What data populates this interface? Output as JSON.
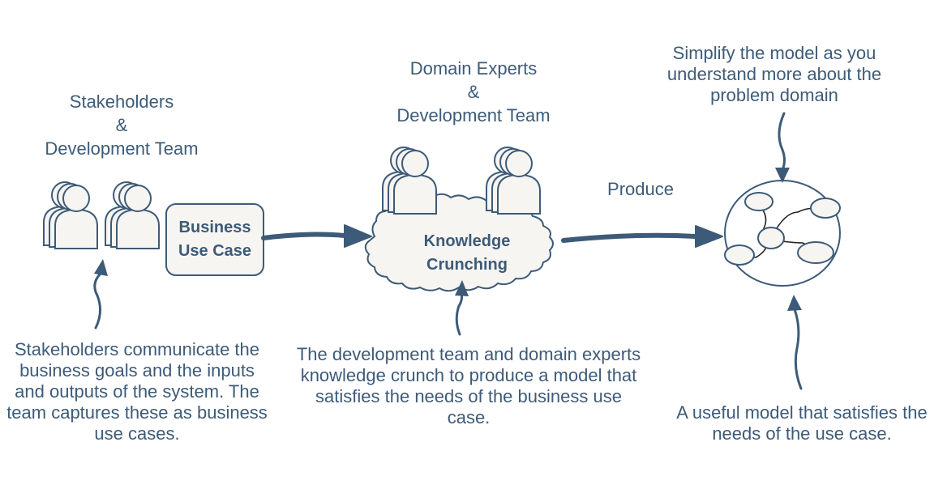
{
  "stakeholders_group": {
    "line1": "Stakeholders",
    "line2": "&",
    "line3": "Development Team"
  },
  "domain_group": {
    "line1": "Domain Experts",
    "line2": "&",
    "line3": "Development Team"
  },
  "business_use_case": {
    "line1": "Business",
    "line2": "Use Case"
  },
  "knowledge_crunching": {
    "line1": "Knowledge",
    "line2": "Crunching"
  },
  "produce_label": "Produce",
  "simplify_caption": "Simplify the model as you understand more about the problem domain",
  "stakeholders_caption": "Stakeholders communicate the business goals and the inputs and outputs of the system. The team captures these as business use cases.",
  "crunch_caption": "The development team and domain experts knowledge crunch to produce a model that satisfies the needs of the business use case.",
  "model_caption": "A useful model that satisfies the needs of the use case.",
  "colors": {
    "primary": "#3d5b78",
    "fill": "#f7f5f2",
    "stroke": "#3d5b78"
  }
}
